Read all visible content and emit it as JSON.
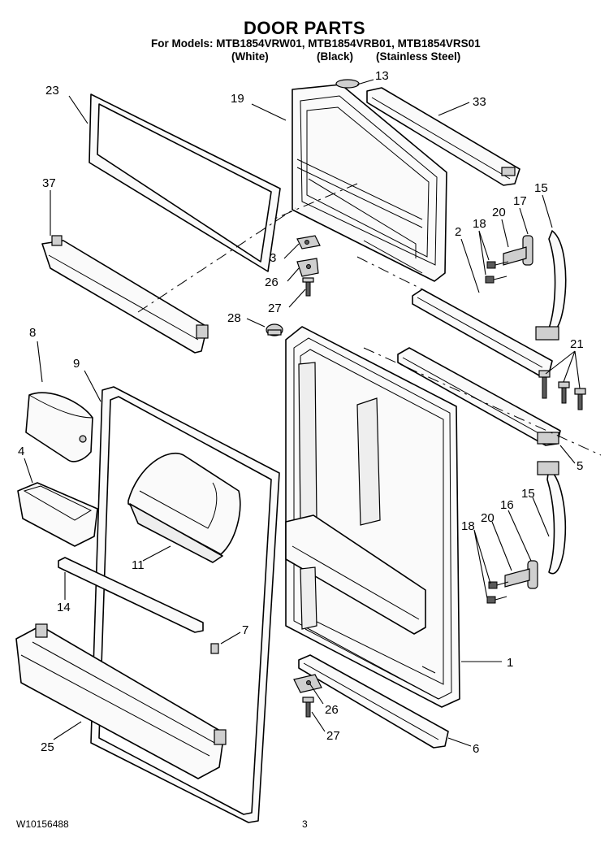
{
  "header": {
    "title": "DOOR PARTS",
    "models_line": "For Models: MTB1854VRW01, MTB1854VRB01, MTB1854VRS01",
    "variants": [
      "(White)",
      "(Black)",
      "(Stainless Steel)"
    ]
  },
  "footer": {
    "doc_number": "W10156488",
    "page_number": "3"
  },
  "callouts": {
    "c23": "23",
    "c19": "19",
    "c13": "13",
    "c33": "33",
    "c37": "37",
    "c15a": "15",
    "c17": "17",
    "c20a": "20",
    "c18a": "18",
    "c2": "2",
    "c3": "3",
    "c26a": "26",
    "c27a": "27",
    "c28": "28",
    "c8": "8",
    "c9": "9",
    "c21": "21",
    "c4": "4",
    "c5": "5",
    "c15b": "15",
    "c16": "16",
    "c20b": "20",
    "c18b": "18",
    "c11": "11",
    "c14": "14",
    "c7": "7",
    "c1": "1",
    "c26b": "26",
    "c27b": "27",
    "c25": "25",
    "c6": "6"
  }
}
